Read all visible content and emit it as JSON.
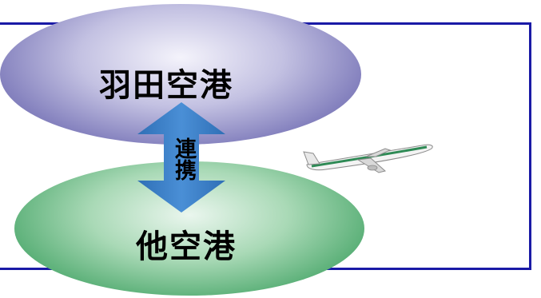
{
  "diagram": {
    "top_node_label": "羽田空港",
    "bottom_node_label": "他空港",
    "link_label": "連携",
    "plane_icon": "airplane-icon",
    "colors": {
      "frame": "#1a1aa6",
      "arrow": "#3f7fc4",
      "top_node": "#8683bf",
      "bottom_node": "#5bb078"
    }
  }
}
